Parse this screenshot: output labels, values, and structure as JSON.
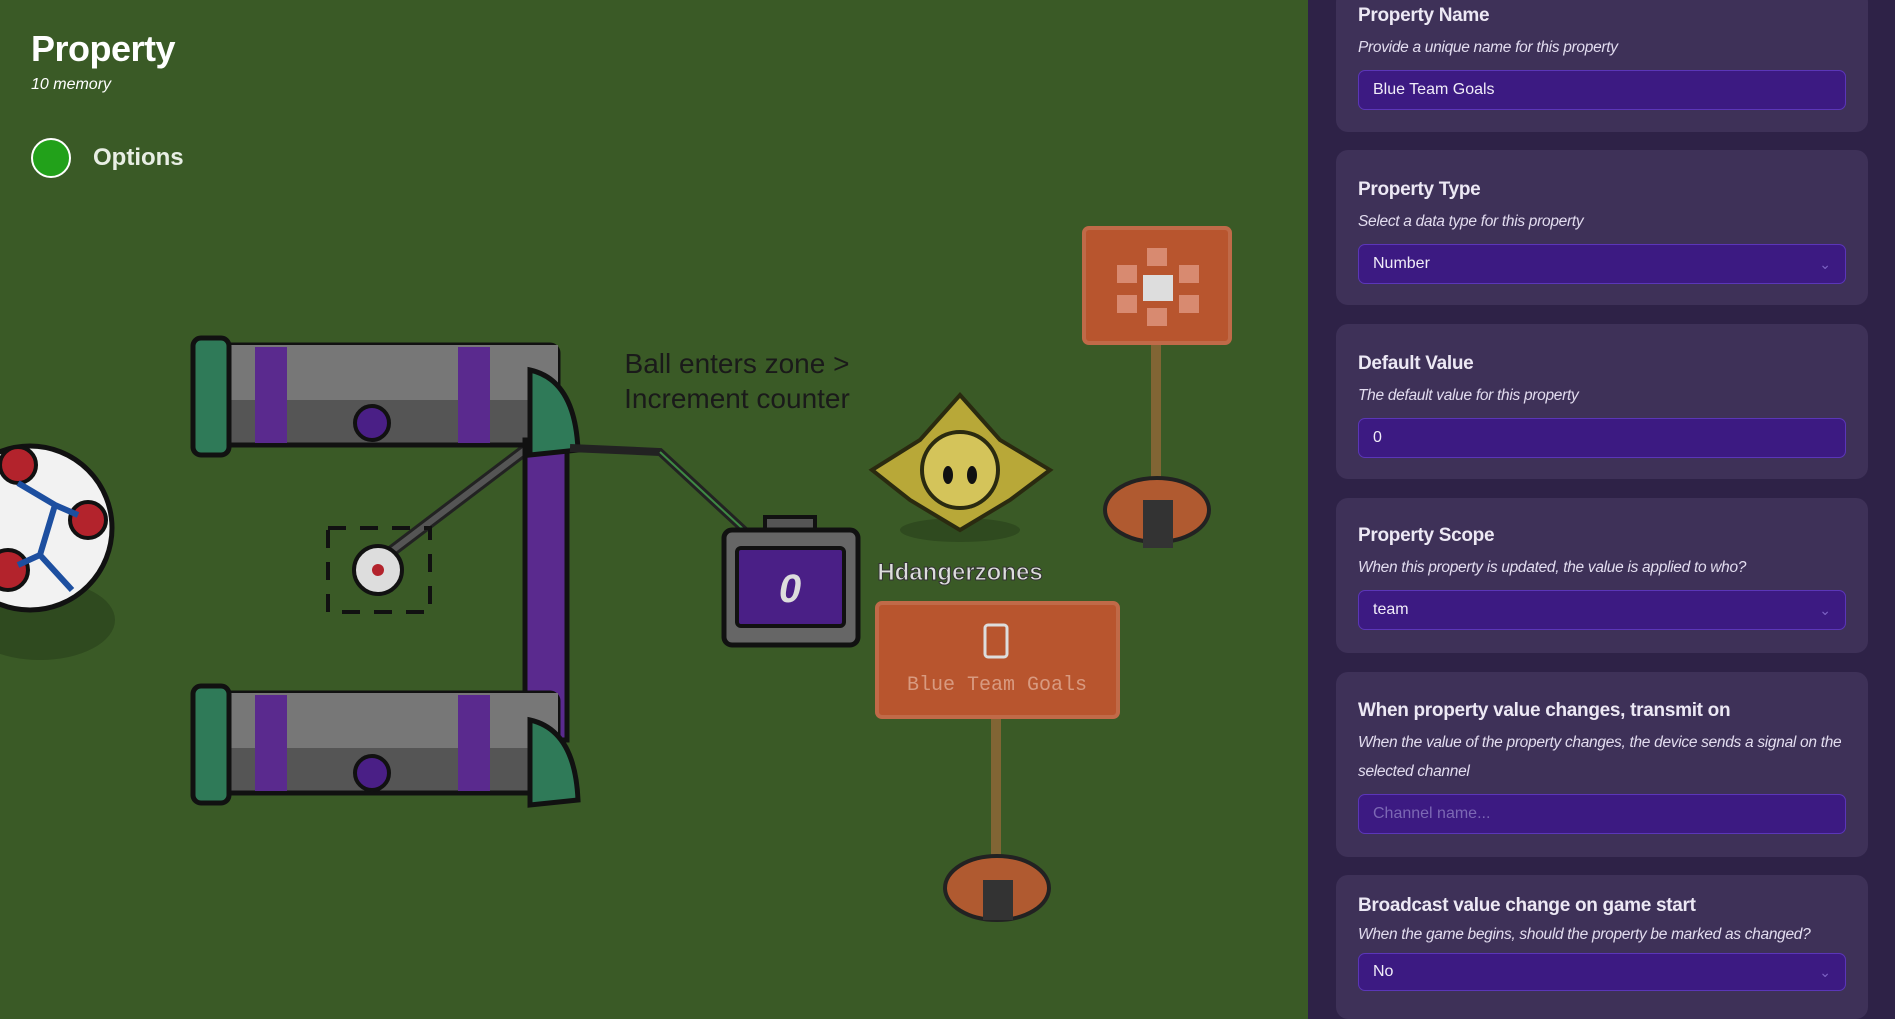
{
  "hud": {
    "title": "Property",
    "memory": "10 memory",
    "options_label": "Options"
  },
  "scene": {
    "annotation_line1": "Ball enters zone >",
    "annotation_line2": "Increment counter",
    "counter_value": "0",
    "player_name": "Hdangerzones",
    "sign_label": "Blue Team Goals"
  },
  "panel": {
    "property_name": {
      "title": "Property Name",
      "description": "Provide a unique name for this property",
      "value": "Blue Team Goals"
    },
    "property_type": {
      "title": "Property Type",
      "description": "Select a data type for this property",
      "value": "Number"
    },
    "default_value": {
      "title": "Default Value",
      "description": "The default value for this property",
      "value": "0"
    },
    "property_scope": {
      "title": "Property Scope",
      "description": "When this property is updated, the value is applied to who?",
      "value": "team"
    },
    "transmit_on": {
      "title": "When property value changes, transmit on",
      "description": "When the value of the property changes, the device sends a signal on the selected channel",
      "placeholder": "Channel name..."
    },
    "broadcast": {
      "title": "Broadcast value change on game start",
      "description": "When the game begins, should the property be marked as changed?",
      "value": "No"
    }
  },
  "colors": {
    "grass": "#3a5a26",
    "panel": "#2e2247",
    "card": "#3e3158",
    "field": "#3c1a82",
    "accent_green": "#22a11a"
  }
}
